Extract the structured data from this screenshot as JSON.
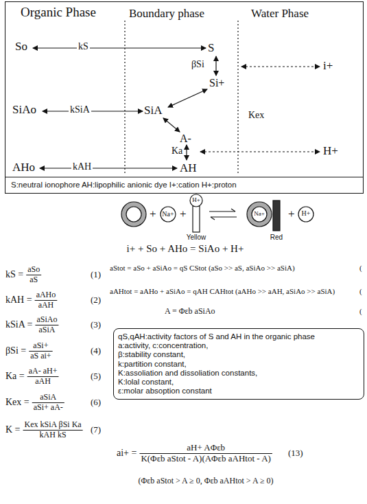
{
  "diagram": {
    "nodes": [
      {
        "text": [
          "Organic Phase",
          "Boundary phase",
          "Water Phase",
          "S:neutral ionophore AH:lipophilic anionic dye I+:cation H+:proton"
        ]
      },
      {
        "text": [
          "qS,qAH:activity factors of S and AH in the organic phase",
          "a:activity, c:concentration,",
          "β:stability constant,",
          "k:partition constant,",
          "K:assoliation and dissoliation constants,",
          "K:lolal constant,",
          "ε:molar absoption constant"
        ]
      }
    ],
    "labels": [
      "So",
      "kS",
      "S",
      "βSi",
      "i+",
      "Si+",
      "SiAo",
      "kSiA",
      "SiA",
      "Kex",
      "A-",
      "Ka",
      "H+",
      "AHo",
      "kAH",
      "AH",
      "+",
      "Na+",
      "+",
      "H+",
      "Yellow",
      "Na+",
      "Red",
      "+",
      "H+",
      "i+ + So + AHo = SiAo + H+",
      "kS =",
      "aSo",
      "aS",
      "(1)",
      "kAH =",
      "aAHo",
      "aAH",
      "(2)",
      "kSiA =",
      "aSiAo",
      "aSiA",
      "(3)",
      "βSi =",
      "aSi+",
      "aS ai+",
      "(4)",
      "Ka =",
      "aA- aH+",
      "aAH",
      "(5)",
      "Kex =",
      "aSiA",
      "aSi+ aA-",
      "(6)",
      "K =",
      "Kex kSiA βSi Ka",
      "kAH kS",
      "(7)",
      "aStot = aSo + aSiAo = qS CStot (aSo >> aS, aSiAo >> aSiA)",
      "(",
      "aAHtot = aAHo + aSiAo = qAH CAHtot (aAHo >> aAH, aSiAo >> aSiA)",
      "(",
      "A = Φεb aSiAo",
      "(",
      "ai+ =",
      "aH+ AΦεb",
      "K(Φεb aStot - A)(AΦεb aAHtot - A)",
      "(13)",
      "(Φεb aStot > A ≥ 0, Φεb aAHtot > A ≥ 0)"
    ]
  }
}
